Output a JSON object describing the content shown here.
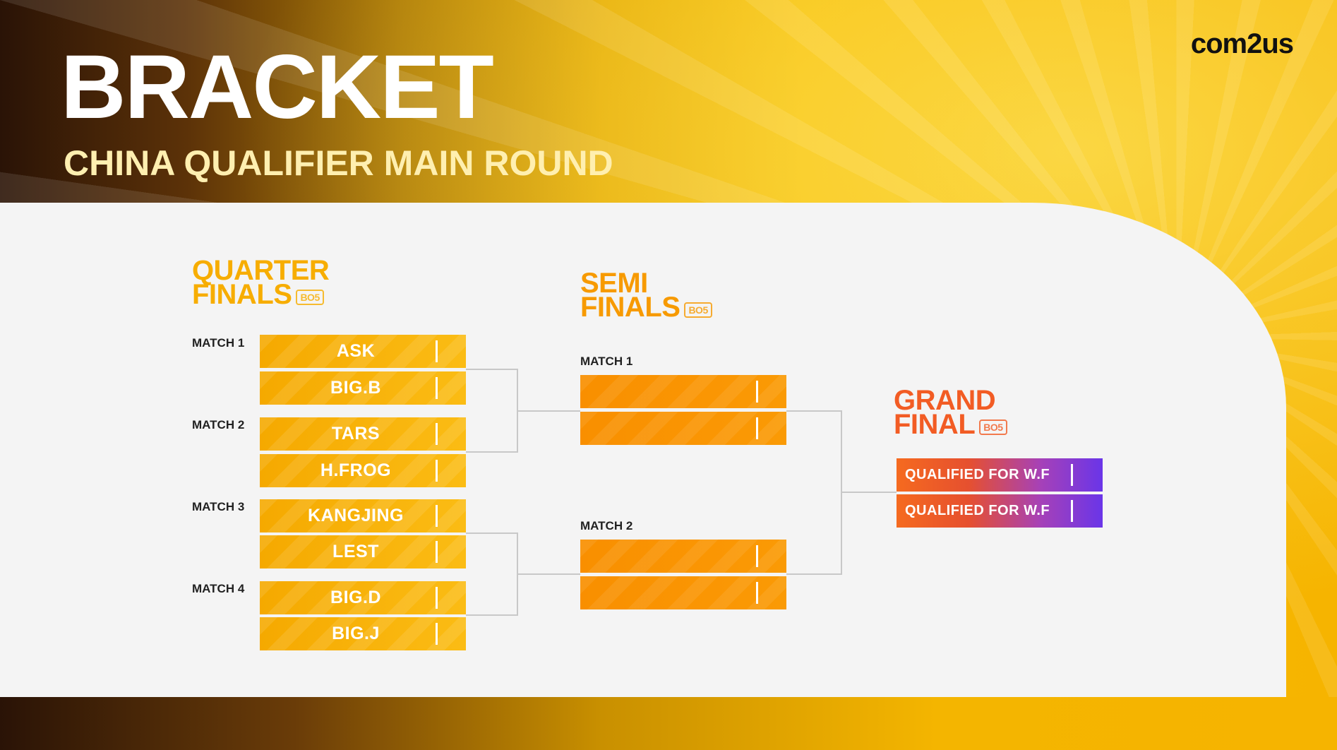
{
  "header": {
    "title": "BRACKET",
    "subtitle": "CHINA QUALIFIER MAIN ROUND",
    "logo": "com2us"
  },
  "quarter_finals": {
    "title_line1": "QUARTER",
    "title_line2": "FINALS",
    "format": "BO5",
    "matches": [
      {
        "label": "MATCH 1",
        "teams": [
          "ASK",
          "BIG.B"
        ]
      },
      {
        "label": "MATCH 2",
        "teams": [
          "TARS",
          "H.FROG"
        ]
      },
      {
        "label": "MATCH 3",
        "teams": [
          "KANGJING",
          "LEST"
        ]
      },
      {
        "label": "MATCH 4",
        "teams": [
          "BIG.D",
          "BIG.J"
        ]
      }
    ]
  },
  "semi_finals": {
    "title_line1": "SEMI",
    "title_line2": "FINALS",
    "format": "BO5",
    "matches": [
      {
        "label": "MATCH 1",
        "teams": [
          "",
          ""
        ]
      },
      {
        "label": "MATCH 2",
        "teams": [
          "",
          ""
        ]
      }
    ]
  },
  "grand_final": {
    "title_line1": "GRAND",
    "title_line2": "FINAL",
    "format": "BO5",
    "teams": [
      "QUALIFIED FOR W.F",
      "QUALIFIED FOR W.F"
    ]
  },
  "colors": {
    "quarter_accent": "#f7ad00",
    "semi_accent": "#f98f00",
    "grand_accent": "#f25c24",
    "grand_slot_end": "#6a35e8",
    "connector": "#c8c8c8"
  }
}
